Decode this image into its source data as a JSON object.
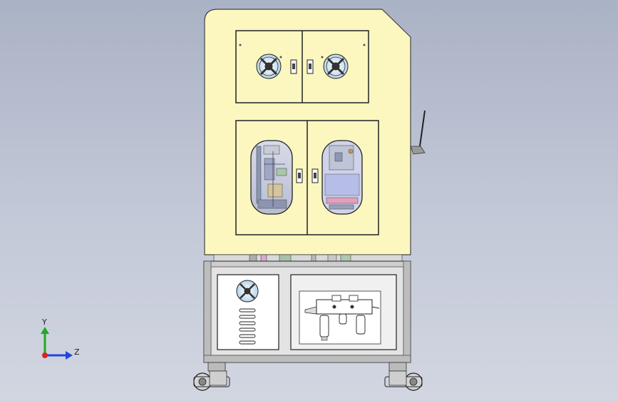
{
  "viewport": {
    "background_top": "#aab2c5",
    "background_bottom": "#d2d6e1"
  },
  "machine": {
    "cabinet_color": "#fbf7bf",
    "frame_color": "#c9c9c9",
    "outline_color": "#333333",
    "top_panel_fans": 2,
    "top_panel_switches": 2,
    "window_switches": 2,
    "lower_vent_slots": 6,
    "wheels": 2,
    "components": [
      "fan-left-icon",
      "fan-right-icon",
      "window-left",
      "window-right",
      "lower-fan-icon",
      "filter-regulator-unit",
      "side-lever-handle"
    ]
  },
  "triad": {
    "y_label": "Y",
    "z_label": "Z",
    "y_color": "#22aa22",
    "z_color": "#2244dd",
    "origin_color": "#dd2222"
  }
}
